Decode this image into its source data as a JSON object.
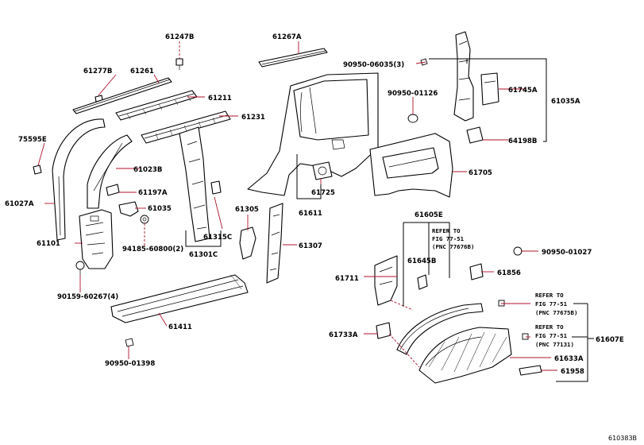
{
  "diagram": {
    "figure_code": "610383B",
    "part_numbers": {
      "p61247B": "61247B",
      "p61267A": "61267A",
      "p61277B": "61277B",
      "p61261": "61261",
      "p61211": "61211",
      "p61231": "61231",
      "p75595E": "75595E",
      "p61023B": "61023B",
      "p61027A": "61027A",
      "p61197A": "61197A",
      "p61035": "61035",
      "p61101": "61101",
      "p94185_60800": "94185-60800(2)",
      "p61315C": "61315C",
      "p61301C": "61301C",
      "p61305": "61305",
      "p61307": "61307",
      "p90159_60267": "90159-60267(4)",
      "p61411": "61411",
      "p90950_01398": "90950-01398",
      "p61725": "61725",
      "p61611": "61611",
      "p90950_06035": "90950-06035(3)",
      "p90950_01126": "90950-01126",
      "p61745A": "61745A",
      "p61035A": "61035A",
      "p64198B": "64198B",
      "p61705": "61705",
      "p61605E": "61605E",
      "p61645B": "61645B",
      "p90950_01027": "90950-01027",
      "p61711": "61711",
      "p61856": "61856",
      "p61733A": "61733A",
      "p61607E": "61607E",
      "p61633A": "61633A",
      "p61958": "61958"
    },
    "references": {
      "ref1": {
        "line1": "REFER TO",
        "line2": "FIG 77-51",
        "line3": "(PNC 77676B)"
      },
      "ref2": {
        "line1": "REFER TO",
        "line2": "FIG 77-51",
        "line3": "(PNC 77675B)"
      },
      "ref3": {
        "line1": "REFER TO",
        "line2": "FIG 77-51",
        "line3": "(PNC 77131)"
      }
    }
  }
}
